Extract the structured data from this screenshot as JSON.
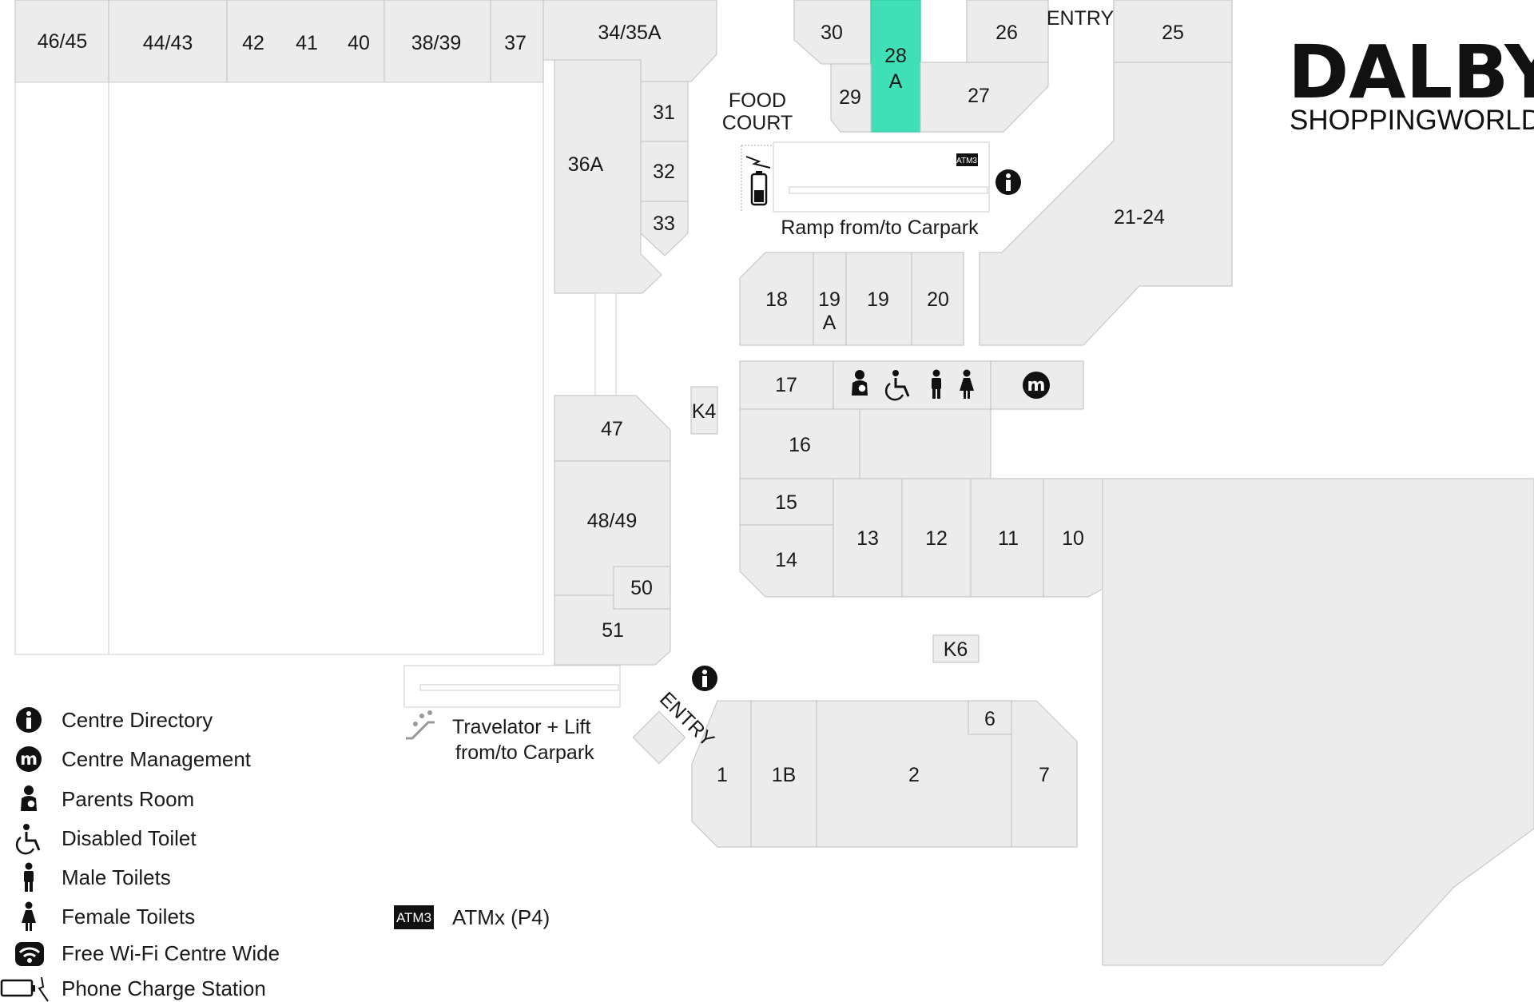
{
  "logo": {
    "main": "DALBY",
    "sub": "SHOPPINGWORLD"
  },
  "highlight_color": "#3fe0b8",
  "shops": {
    "s46_45": "46/45",
    "s44_43": "44/43",
    "s42": "42",
    "s41": "41",
    "s40": "40",
    "s38_39": "38/39",
    "s37": "37",
    "s34_35a": "34/35A",
    "s36a": "36A",
    "s31": "31",
    "s32": "32",
    "s33": "33",
    "s30": "30",
    "s28a_1": "28",
    "s28a_2": "A",
    "s29": "29",
    "s26": "26",
    "s27": "27",
    "s25": "25",
    "s21_24": "21-24",
    "s18": "18",
    "s19a_1": "19",
    "s19a_2": "A",
    "s19": "19",
    "s20": "20",
    "s17": "17",
    "s16": "16",
    "s15": "15",
    "s14": "14",
    "s13": "13",
    "s12": "12",
    "s11": "11",
    "s10": "10",
    "k4": "K4",
    "k6": "K6",
    "s47": "47",
    "s48_49": "48/49",
    "s50": "50",
    "s51": "51",
    "s1": "1",
    "s1b": "1B",
    "s2": "2",
    "s6": "6",
    "s7": "7"
  },
  "map_labels": {
    "entry_top": "ENTRY",
    "entry_bottom": "ENTRY",
    "food_court_1": "FOOD",
    "food_court_2": "COURT",
    "ramp": "Ramp from/to Carpark",
    "travelator_1": "Travelator + Lift",
    "travelator_2": "from/to Carpark",
    "atm_badge": "ATM3"
  },
  "legend": {
    "items": [
      {
        "icon": "info-icon",
        "label": "Centre Directory"
      },
      {
        "icon": "management-icon",
        "label": "Centre Management"
      },
      {
        "icon": "parents-room-icon",
        "label": "Parents Room"
      },
      {
        "icon": "disabled-toilet-icon",
        "label": "Disabled Toilet"
      },
      {
        "icon": "male-toilet-icon",
        "label": "Male Toilets"
      },
      {
        "icon": "female-toilet-icon",
        "label": "Female Toilets"
      },
      {
        "icon": "wifi-icon",
        "label": "Free Wi-Fi Centre Wide"
      },
      {
        "icon": "phone-charge-icon",
        "label": "Phone Charge Station"
      }
    ],
    "atm": {
      "badge": "ATM3",
      "label": "ATMx (P4)"
    },
    "management_glyph": "m"
  }
}
